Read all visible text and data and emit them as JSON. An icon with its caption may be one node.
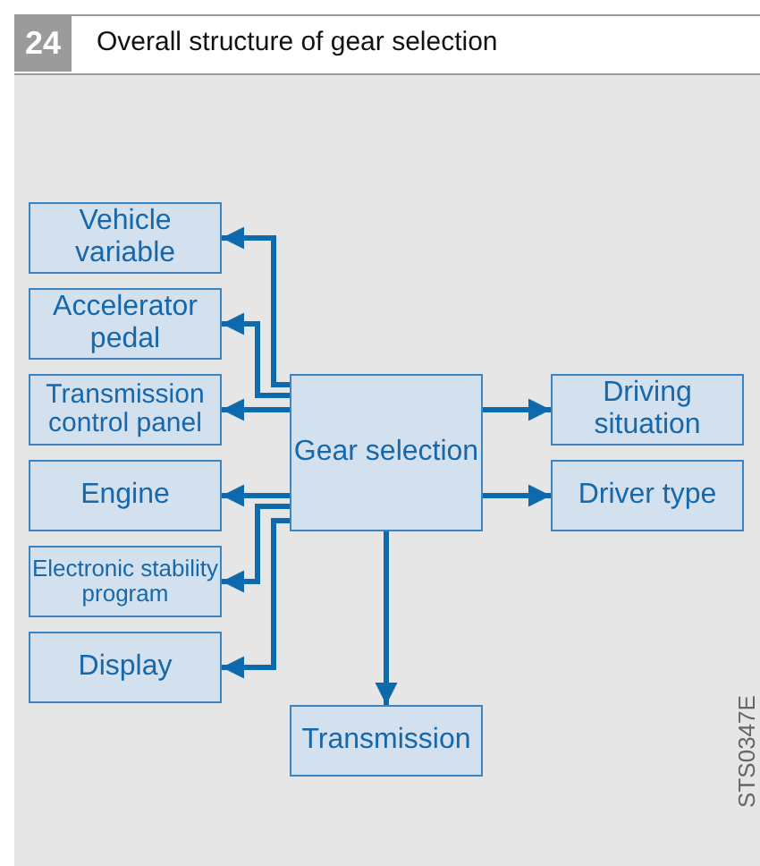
{
  "diagram": {
    "title": "Overall structure of gear selection",
    "nodes": [
      {
        "text": [
          "Vehicle variable"
        ]
      },
      {
        "text": [
          "Accelerator pedal"
        ]
      },
      {
        "text": [
          "Transmission control panel"
        ]
      },
      {
        "text": [
          "Engine"
        ]
      },
      {
        "text": [
          "Electronic stability program"
        ]
      },
      {
        "text": [
          "Display"
        ]
      },
      {
        "text": [
          "Gear selection"
        ]
      },
      {
        "text": [
          "Driving situation"
        ]
      },
      {
        "text": [
          "Driver type"
        ]
      },
      {
        "text": [
          "Transmission"
        ]
      }
    ],
    "edges": [
      {
        "from": 6,
        "to": 0,
        "arrow": "to"
      },
      {
        "from": 6,
        "to": 1,
        "arrow": "to"
      },
      {
        "from": 6,
        "to": 2,
        "arrow": "to"
      },
      {
        "from": 6,
        "to": 3,
        "arrow": "to"
      },
      {
        "from": 6,
        "to": 4,
        "arrow": "to"
      },
      {
        "from": 6,
        "to": 5,
        "arrow": "to"
      },
      {
        "from": 6,
        "to": 7,
        "arrow": "to"
      },
      {
        "from": 6,
        "to": 8,
        "arrow": "to"
      },
      {
        "from": 6,
        "to": 9,
        "arrow": "to"
      }
    ],
    "labels": [
      "24",
      "STS0347E"
    ]
  }
}
